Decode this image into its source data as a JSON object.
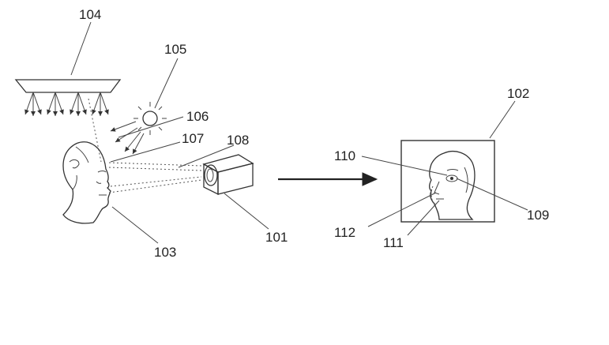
{
  "labels": {
    "camera": "101",
    "display": "102",
    "head": "103",
    "light_panel": "104",
    "sun": "105",
    "ray_106": "106",
    "ray_107": "107",
    "lens": "108",
    "face_109": "109",
    "face_110": "110",
    "face_111": "111",
    "face_112": "112"
  }
}
